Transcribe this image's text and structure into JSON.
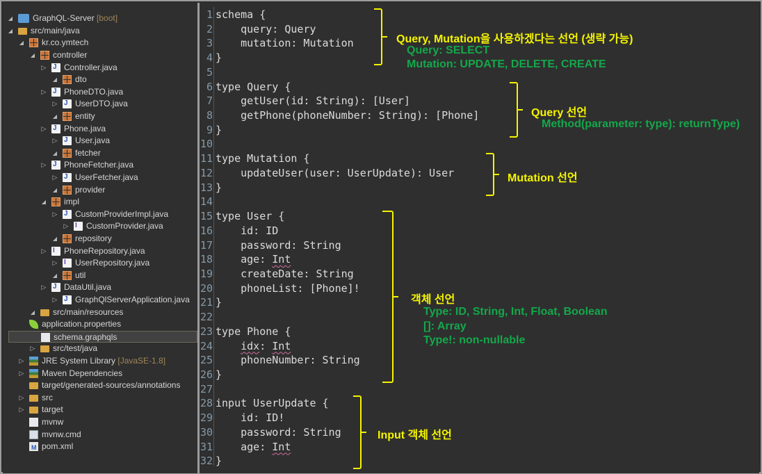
{
  "explorer": {
    "project": {
      "name": "GraphQL-Server",
      "decoration": "[boot]"
    },
    "items": [
      {
        "label": "src/main/java",
        "icon": "source-folder-icon",
        "twisty": "expanded"
      },
      {
        "label": "kr.co.ymtech",
        "icon": "package-icon",
        "twisty": "expanded"
      },
      {
        "label": "controller",
        "icon": "package-icon",
        "twisty": "expanded"
      },
      {
        "label": "Controller.java",
        "icon": "java-class-icon",
        "twisty": "collapsed"
      },
      {
        "label": "dto",
        "icon": "package-icon",
        "twisty": "expanded"
      },
      {
        "label": "PhoneDTO.java",
        "icon": "java-class-icon",
        "twisty": "collapsed"
      },
      {
        "label": "UserDTO.java",
        "icon": "java-class-icon",
        "twisty": "collapsed"
      },
      {
        "label": "entity",
        "icon": "package-icon",
        "twisty": "expanded"
      },
      {
        "label": "Phone.java",
        "icon": "java-class-icon",
        "twisty": "collapsed"
      },
      {
        "label": "User.java",
        "icon": "java-class-icon",
        "twisty": "collapsed"
      },
      {
        "label": "fetcher",
        "icon": "package-icon",
        "twisty": "expanded"
      },
      {
        "label": "PhoneFetcher.java",
        "icon": "java-class-icon",
        "twisty": "collapsed"
      },
      {
        "label": "UserFetcher.java",
        "icon": "java-class-icon",
        "twisty": "collapsed"
      },
      {
        "label": "provider",
        "icon": "package-icon",
        "twisty": "expanded"
      },
      {
        "label": "impl",
        "icon": "package-icon",
        "twisty": "expanded"
      },
      {
        "label": "CustomProviderImpl.java",
        "icon": "java-class-icon",
        "twisty": "collapsed"
      },
      {
        "label": "CustomProvider.java",
        "icon": "java-interface-icon",
        "twisty": "collapsed"
      },
      {
        "label": "repository",
        "icon": "package-icon",
        "twisty": "expanded"
      },
      {
        "label": "PhoneRepository.java",
        "icon": "java-interface-icon",
        "twisty": "collapsed"
      },
      {
        "label": "UserRepository.java",
        "icon": "java-interface-icon",
        "twisty": "collapsed"
      },
      {
        "label": "util",
        "icon": "package-icon",
        "twisty": "expanded"
      },
      {
        "label": "DataUtil.java",
        "icon": "java-class-icon",
        "twisty": "collapsed"
      },
      {
        "label": "GraphQlServerApplication.java",
        "icon": "java-class-icon",
        "twisty": "collapsed"
      },
      {
        "label": "src/main/resources",
        "icon": "source-folder-icon",
        "twisty": "expanded"
      },
      {
        "label": "application.properties",
        "icon": "spring-leaf-icon",
        "twisty": "none"
      },
      {
        "label": "schema.graphqls",
        "icon": "text-file-icon",
        "twisty": "none",
        "selected": true
      },
      {
        "label": "src/test/java",
        "icon": "source-folder-icon",
        "twisty": "collapsed"
      },
      {
        "label": "JRE System Library",
        "decoration": "[JavaSE-1.8]",
        "icon": "library-icon",
        "twisty": "collapsed"
      },
      {
        "label": "Maven Dependencies",
        "icon": "library-icon",
        "twisty": "collapsed"
      },
      {
        "label": "target/generated-sources/annotations",
        "icon": "source-folder-icon",
        "twisty": "none"
      },
      {
        "label": "src",
        "icon": "folder-icon",
        "twisty": "collapsed"
      },
      {
        "label": "target",
        "icon": "folder-icon",
        "twisty": "collapsed"
      },
      {
        "label": "mvnw",
        "icon": "text-file-icon",
        "twisty": "none"
      },
      {
        "label": "mvnw.cmd",
        "icon": "cmd-file-icon",
        "twisty": "none"
      },
      {
        "label": "pom.xml",
        "icon": "maven-pom-icon",
        "twisty": "none"
      }
    ]
  },
  "editor": {
    "lines": [
      "schema {",
      "    query: Query",
      "    mutation: Mutation",
      "}",
      "",
      "type Query {",
      "    getUser(id: String): [User]",
      "    getPhone(phoneNumber: String): [Phone]",
      "}",
      "",
      "type Mutation {",
      "    updateUser(user: UserUpdate): User",
      "}",
      "",
      "type User {",
      "    id: ID",
      "    password: String",
      "    age: Int",
      "    createDate: String",
      "    phoneList: [Phone]!",
      "}",
      "",
      "type Phone {",
      "    idx: Int",
      "    phoneNumber: String",
      "}",
      "",
      "input UserUpdate {",
      "    id: ID!",
      "    password: String",
      "    age: Int",
      "}"
    ]
  },
  "annotations": {
    "schema": {
      "title": "Query, Mutation을 사용하겠다는 선언 (생략 가능)",
      "notes": [
        "Query: SELECT",
        "Mutation: UPDATE, DELETE, CREATE"
      ]
    },
    "query": {
      "title": "Query 선언",
      "notes": [
        "Method(parameter: type): returnType)"
      ]
    },
    "mutation": {
      "title": "Mutation 선언",
      "notes": []
    },
    "object": {
      "title": "객체 선언",
      "notes": [
        "Type: ID, String, Int, Float, Boolean",
        "[]: Array",
        "Type!: non-nullable"
      ]
    },
    "input": {
      "title": "Input 객체 선언",
      "notes": []
    }
  },
  "colors": {
    "annotation_title": "#f5f500",
    "annotation_note": "#13a84a",
    "editor_bg": "#2f2f2f"
  }
}
